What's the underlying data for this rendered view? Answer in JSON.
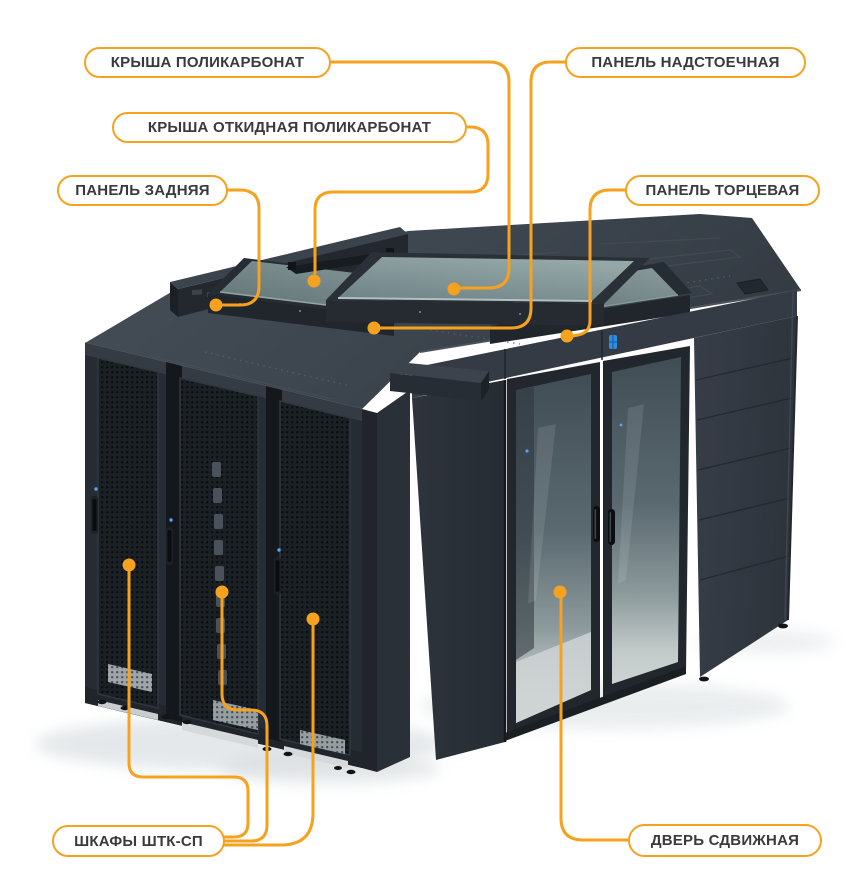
{
  "callouts": [
    {
      "id": "krysha-polikarbonat",
      "label": "КРЫША ПОЛИКАРБОНАТ"
    },
    {
      "id": "krysha-otkidnaya",
      "label": "КРЫША ОТКИДНАЯ ПОЛИКАРБОНАТ"
    },
    {
      "id": "panel-zadnyaya",
      "label": "ПАНЕЛЬ ЗАДНЯЯ"
    },
    {
      "id": "panel-nadstoechnaya",
      "label": "ПАНЕЛЬ НАДСТОЕЧНАЯ"
    },
    {
      "id": "panel-tortsevaya",
      "label": "ПАНЕЛЬ ТОРЦЕВАЯ"
    },
    {
      "id": "shkafy-shtk-sp",
      "label": "ШКАФЫ ШТК-СП"
    },
    {
      "id": "dver-sdvizhnaya",
      "label": "ДВЕРЬ СДВИЖНАЯ"
    }
  ],
  "colors": {
    "accent": "#F6A21F",
    "label_text": "#3a3a3c",
    "cabinet_dark": "#262c33",
    "roof_deck": "#3e4650",
    "roof_glass": "#6d8184",
    "door_glass": "#5c6b71",
    "floor": "#cfd3d4",
    "logo_blue": "#2e8fe0"
  }
}
